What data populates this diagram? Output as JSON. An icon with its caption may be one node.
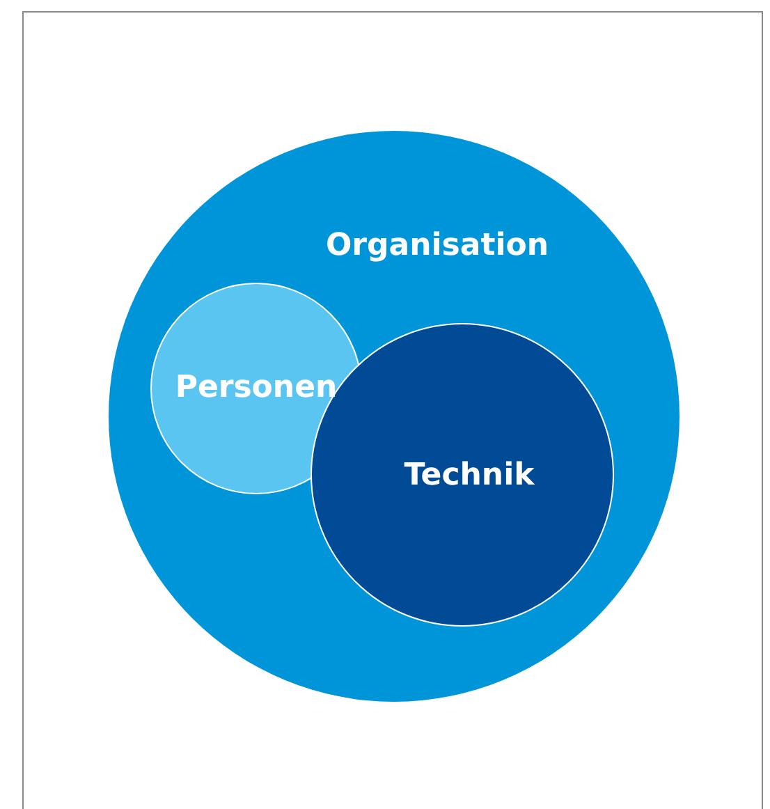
{
  "diagram": {
    "nodes": [
      {
        "text": [
          "Organisation"
        ]
      },
      {
        "text": [
          "Personen"
        ],
        "in": 0
      },
      {
        "text": [
          "Technik"
        ],
        "in": 0
      }
    ]
  }
}
